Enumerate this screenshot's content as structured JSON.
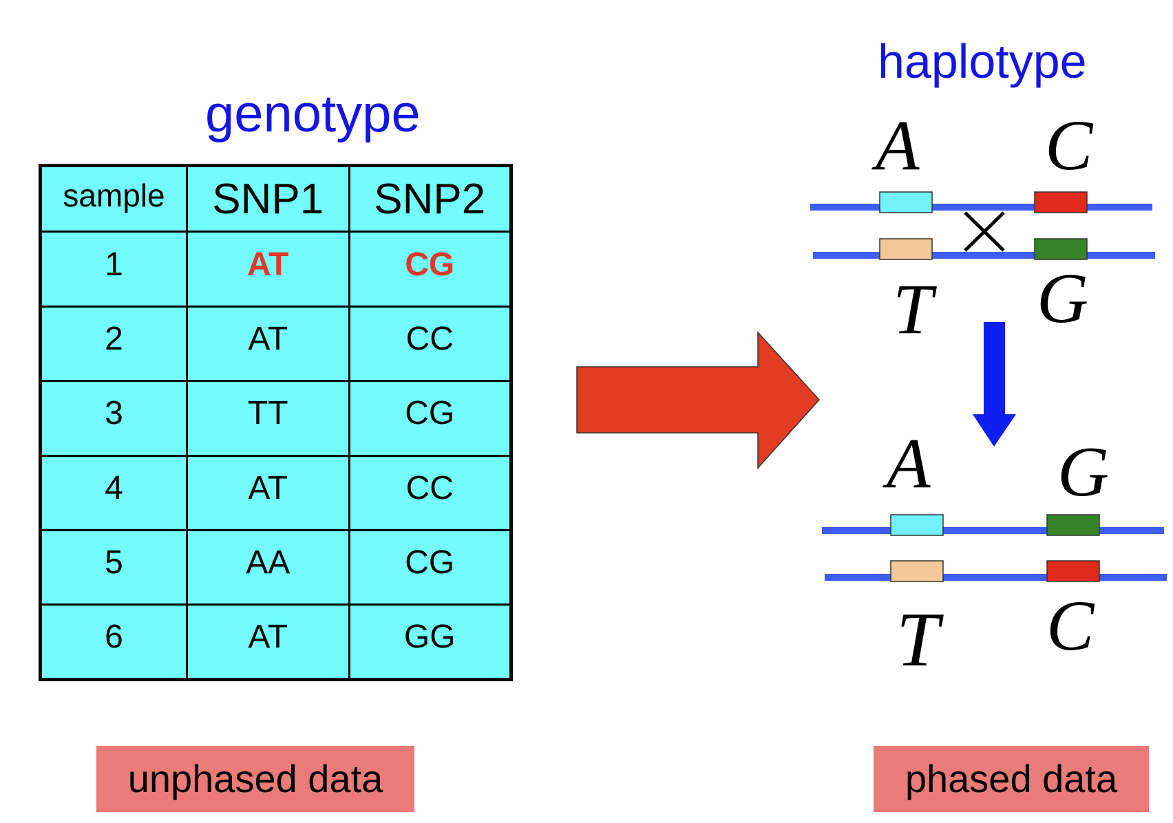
{
  "genotype": {
    "title": "genotype",
    "headers": {
      "sample": "sample",
      "snp1": "SNP1",
      "snp2": "SNP2"
    },
    "rows": [
      {
        "sample": "1",
        "snp1": "AT",
        "snp2": "CG",
        "highlighted": true
      },
      {
        "sample": "2",
        "snp1": "AT",
        "snp2": "CC",
        "highlighted": false
      },
      {
        "sample": "3",
        "snp1": "TT",
        "snp2": "CG",
        "highlighted": false
      },
      {
        "sample": "4",
        "snp1": "AT",
        "snp2": "CC",
        "highlighted": false
      },
      {
        "sample": "5",
        "snp1": "AA",
        "snp2": "CG",
        "highlighted": false
      },
      {
        "sample": "6",
        "snp1": "AT",
        "snp2": "GG",
        "highlighted": false
      }
    ],
    "caption": "unphased data"
  },
  "haplotype": {
    "title": "haplotype",
    "top": {
      "upper_left": "A",
      "upper_right": "C",
      "lower_left": "T",
      "lower_right": "G"
    },
    "bottom": {
      "upper_left": "A",
      "upper_right": "G",
      "lower_left": "T",
      "lower_right": "C"
    },
    "caption": "phased data"
  },
  "colors": {
    "title_blue": "#1414e6",
    "table_cyan": "#72fcfc",
    "highlight_red": "#e23828",
    "big_arrow_red": "#e23c22",
    "caption_pink": "#ea7b78",
    "chromosome_blue": "#3d5ef0",
    "allele_A_cyan": "#72f2f8",
    "allele_T_tan": "#f4c898",
    "allele_C_red": "#e02a1e",
    "allele_G_green": "#378428",
    "down_arrow_blue": "#0d1ef0"
  }
}
